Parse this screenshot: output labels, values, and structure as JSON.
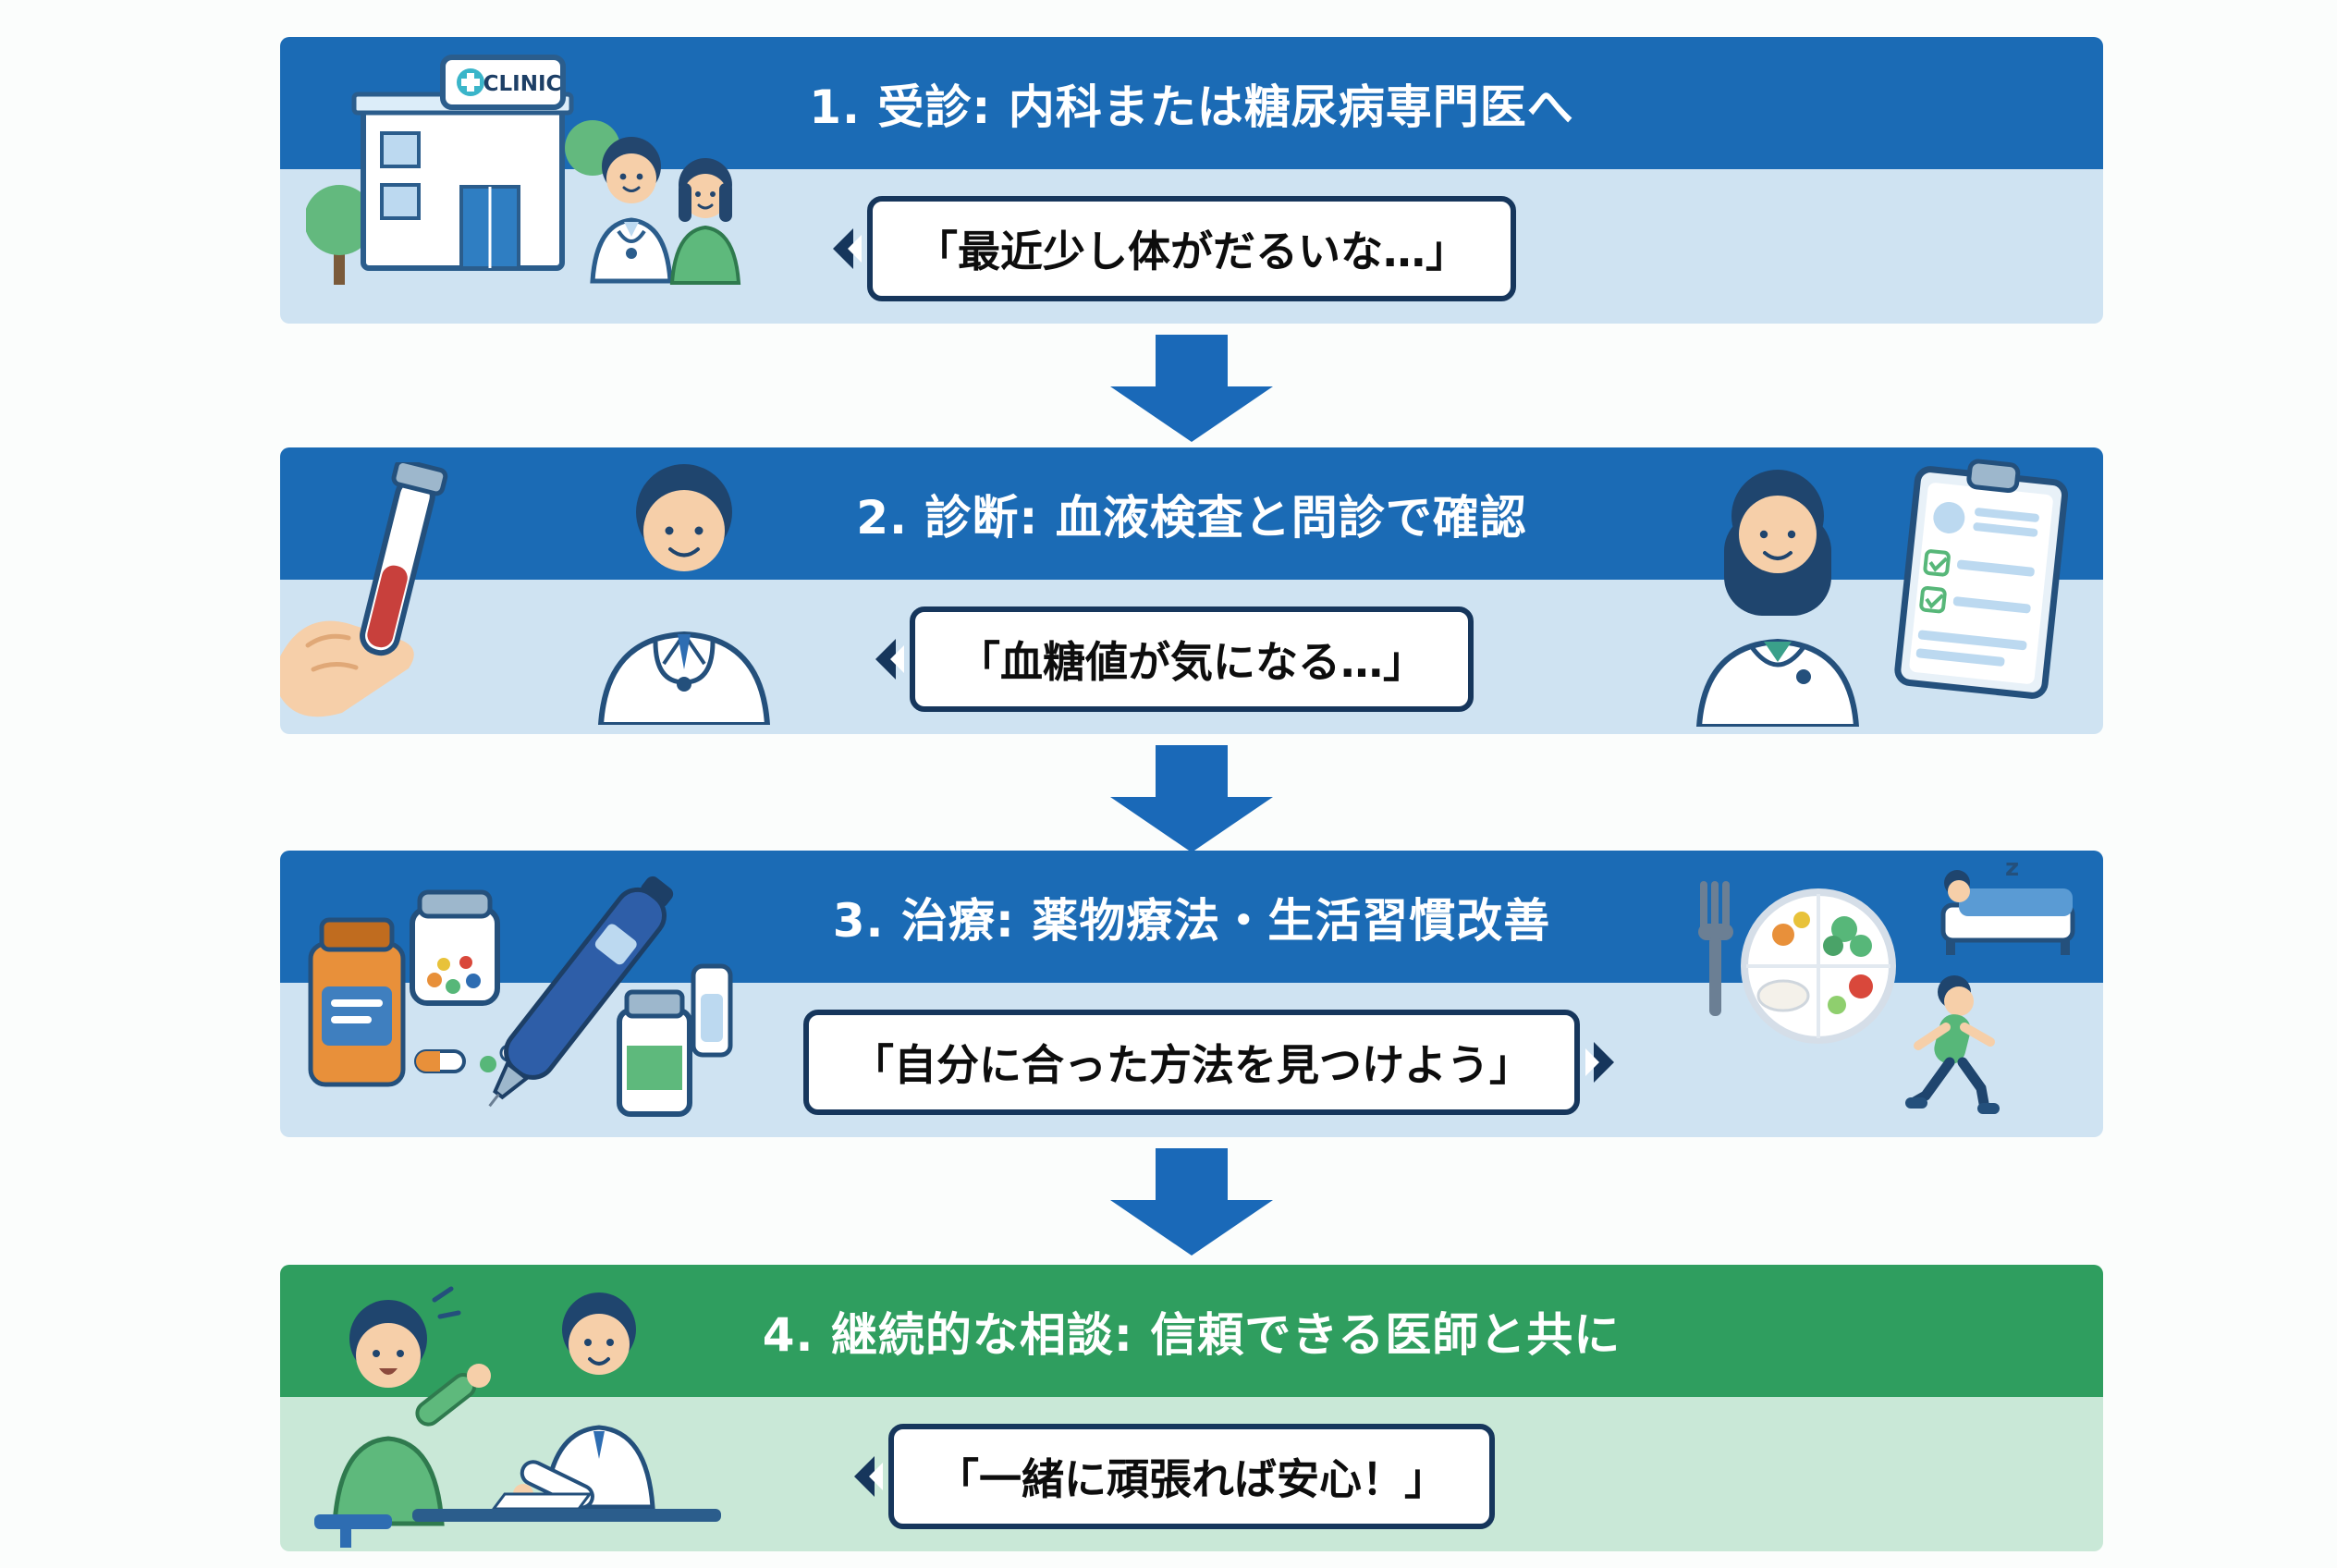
{
  "steps": [
    {
      "step": "1",
      "title": "1. 受診: 内科または糖尿病専門医へ",
      "bubble": "「最近少し体がだるいな…」",
      "clinic_sign": "CLINIC"
    },
    {
      "step": "2",
      "title": "2. 診断: 血液検査と問診で確認",
      "bubble": "「血糖値が気になる…」"
    },
    {
      "step": "3",
      "title": "3. 治療: 薬物療法・生活習慣改善",
      "bubble": "「自分に合った方法を見つけよう」",
      "sleep_z": "z"
    },
    {
      "step": "4",
      "title": "4. 継続的な相談: 信頼できる医師と共に",
      "bubble": "「一緒に頑張れば安心！」"
    }
  ],
  "colors": {
    "step_header_blue": "#1b6bb5",
    "step_body_blue": "#cfe3f2",
    "step_header_green": "#2f9e5f",
    "step_body_green": "#c9e8d7",
    "arrow_blue": "#1a69b8",
    "bubble_border_navy": "#16365c"
  },
  "icons": [
    "clinic-icon",
    "doctor-icon",
    "patient-icon",
    "test-tube-icon",
    "clipboard-checklist-icon",
    "pill-bottle-icon",
    "insulin-pen-icon",
    "meal-plate-icon",
    "runner-icon",
    "sleeping-person-icon",
    "consultation-icon",
    "down-arrow-icon"
  ]
}
